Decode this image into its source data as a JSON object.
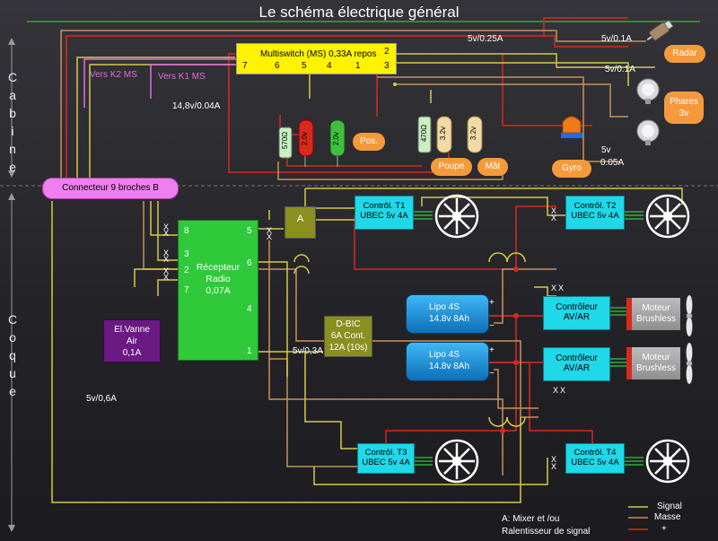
{
  "title": "Le schéma électrique général",
  "sections": {
    "cabine": "Cabine",
    "coque": "Coque"
  },
  "multiswitch": {
    "label": "Multiswitch (MS) 0,33A repos",
    "pins": [
      "7",
      "6",
      "5",
      "4",
      "1",
      "2",
      "3"
    ]
  },
  "connector": "Connecteur 9 broches B",
  "receiver": {
    "label_line1": "Récepteur",
    "label_line2": "Radio",
    "label_line3": "0,07A",
    "pins_left": [
      "8",
      "3",
      "2",
      "7"
    ],
    "pins_right": [
      "5",
      "6",
      "4",
      "1"
    ]
  },
  "mixer_box": "A",
  "dbic": {
    "l1": "D-BIC",
    "l2": "6A Cont.",
    "l3": "12A (10s)"
  },
  "valve": {
    "l1": "El.Vanne",
    "l2": "Air",
    "l3": "0,1A"
  },
  "controllers": [
    {
      "l1": "Contrôl. T1",
      "l2": "UBEC 5v 4A"
    },
    {
      "l1": "Contrôl. T2",
      "l2": "UBEC 5v 4A"
    },
    {
      "l1": "Contrôl. T3",
      "l2": "UBEC 5v 4A"
    },
    {
      "l1": "Contrôl. T4",
      "l2": "UBEC 5v 4A"
    }
  ],
  "batteries": [
    {
      "l1": "Lipo 4S",
      "l2": "14.8v 8Ah"
    },
    {
      "l1": "Lipo 4S",
      "l2": "14.8v 8Ah"
    }
  ],
  "esc": [
    {
      "l1": "Contrôleur",
      "l2": "AV/AR"
    },
    {
      "l1": "Contrôleur",
      "l2": "AV/AR"
    }
  ],
  "motors": [
    {
      "l1": "Moteur",
      "l2": "Brushless"
    },
    {
      "l1": "Moteur",
      "l2": "Brushless"
    }
  ],
  "pills": {
    "radar": "Radar",
    "phares": "Phares 3v",
    "pos": "Pos.",
    "poupe": "Poupe",
    "mat": "Mât",
    "gyro": "Gyro"
  },
  "component_values": {
    "r1": "570Ω",
    "led1": "2.0v",
    "led2": "2.0v",
    "r2": "470Ω",
    "led3": "3.2v",
    "led4": "3.2v"
  },
  "annotations": {
    "vers_k2": "Vers K2 MS",
    "vers_k1": "Vers K1 MS",
    "v_cabine": "14,8v/0.04A",
    "v_radar_line": "5v/0.25A",
    "v_radar": "5v/0.1A",
    "v_phares": "5v/0.1A",
    "v_gyro1": "5v",
    "v_gyro2": "0.05A",
    "v_dbic": "5v/0,3A",
    "v_valve": "5v/0,6A",
    "mark_x": "X"
  },
  "legend": {
    "signal": "Signal",
    "masse": "Masse",
    "plus": "+",
    "note1": "A: Mixer et /ou",
    "note2": "Ralentisseur de signal"
  },
  "colors": {
    "signal": "#d8c84a",
    "masse": "#c9915a",
    "plus": "#d62a1e",
    "green_wire": "#2ecc40",
    "receiver": "#2fc93a",
    "cyan": "#1fd8e8",
    "orange": "#f59a3c",
    "olive": "#8a8f1d",
    "multiswitch": "#fff200",
    "magenta": "#e36be0"
  }
}
